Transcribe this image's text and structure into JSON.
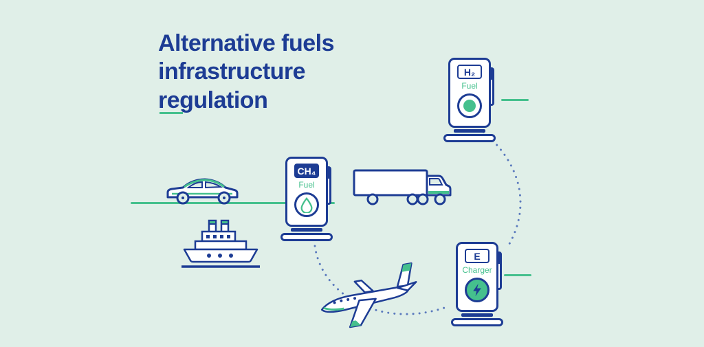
{
  "title": {
    "text": "Alternative fuels infrastructure regulation"
  },
  "stations": {
    "ch4": {
      "label": "CH₄",
      "type": "Fuel"
    },
    "h2": {
      "label": "H₂",
      "type": "Fuel"
    },
    "e": {
      "label": "E",
      "type": "Charger"
    }
  },
  "vehicles": [
    "car",
    "ship",
    "truck",
    "airplane"
  ],
  "icons": {
    "droplet-icon": "water droplet (methane fuel)",
    "power-dot-icon": "round green start button",
    "lightning-icon": "electric bolt"
  },
  "colors": {
    "background": "#e0efe8",
    "primary_blue": "#1d3c94",
    "accent_green": "#45c08d",
    "white": "#ffffff"
  }
}
